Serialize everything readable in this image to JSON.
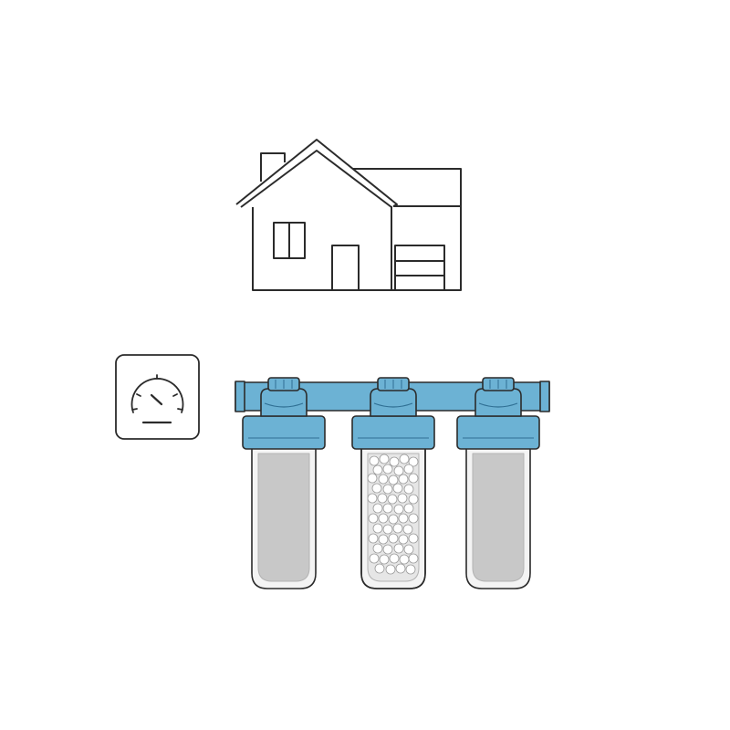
{
  "scene": {
    "house": {
      "icon": "house-icon"
    },
    "gauge": {
      "icon": "pressure-gauge-icon"
    },
    "filters": {
      "units": [
        {
          "id": "filter-1",
          "media": "sediment-cartridge"
        },
        {
          "id": "filter-2",
          "media": "polyphosphate-crystals"
        },
        {
          "id": "filter-3",
          "media": "sediment-cartridge"
        }
      ]
    }
  },
  "colors": {
    "outline": "#2b2b2b",
    "housing_blue": "#6cb2d4",
    "housing_blue_dark": "#2f6f93",
    "bowl_clear": "#f4f4f4",
    "cartridge_gray": "#c8c8c8",
    "crystal_white": "#ffffff",
    "background": "#ffffff"
  }
}
